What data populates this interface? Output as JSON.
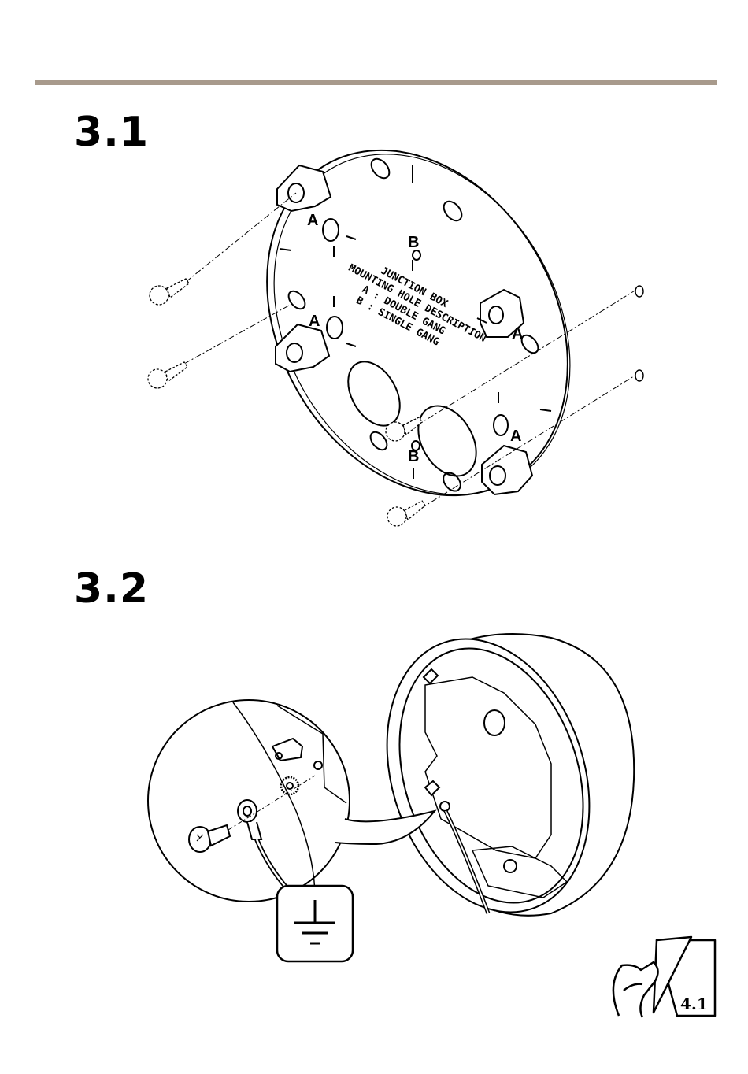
{
  "steps": {
    "first": "3.1",
    "second": "3.2"
  },
  "plate_label": {
    "line1": "JUNCTION BOX",
    "line2": "MOUNTING HOLE DESCRIPTION",
    "line3": "A : DOUBLE GANG",
    "line4": "B : SINGLE GANG"
  },
  "hole_labels": {
    "a": "A",
    "b": "B"
  },
  "page_reference": "4.1",
  "icons": [
    "mounting-bracket-illustration",
    "screw-icon",
    "ground-symbol-icon",
    "page-turn-hand-icon"
  ],
  "colors": {
    "rule": "#a89a8c",
    "line": "#000000"
  }
}
